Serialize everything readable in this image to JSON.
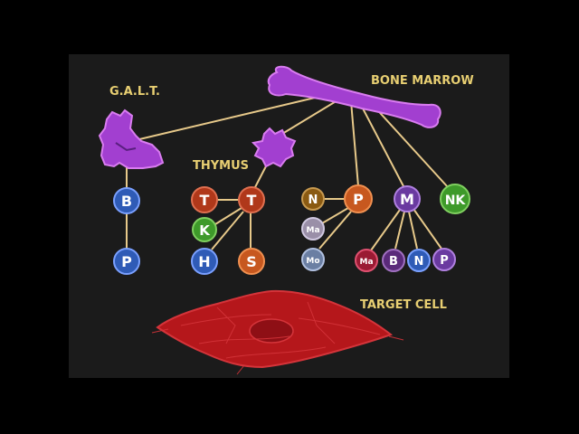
{
  "labels": {
    "galt": "G.A.L.T.",
    "bone_marrow": "BONE MARROW",
    "thymus": "THYMUS",
    "target_cell": "TARGET CELL"
  },
  "nodes": {
    "galt_b": "B",
    "galt_p": "P",
    "t1": "T",
    "t2": "T",
    "k": "K",
    "h": "H",
    "s": "S",
    "n": "N",
    "p_main": "P",
    "ma1": "Ma",
    "mo": "Mo",
    "m": "M",
    "nk": "NK",
    "ma2": "Ma",
    "b2": "B",
    "n2": "N",
    "p2": "P"
  },
  "colors": {
    "background": "#1b1b1b",
    "organ": "#a23fd0",
    "organ_edge": "#d97cf0",
    "connector": "#e7c98a",
    "label": "#e8cf72",
    "target_cell": "#b5171b",
    "blue": "#2f5bb6",
    "red": "#b0381a",
    "green": "#3e9a2a",
    "orange": "#c7581f",
    "brown": "#8a5a12",
    "purple": "#6a3aa0",
    "maroon": "#9a1a33",
    "grey": "#9a8fa8"
  }
}
